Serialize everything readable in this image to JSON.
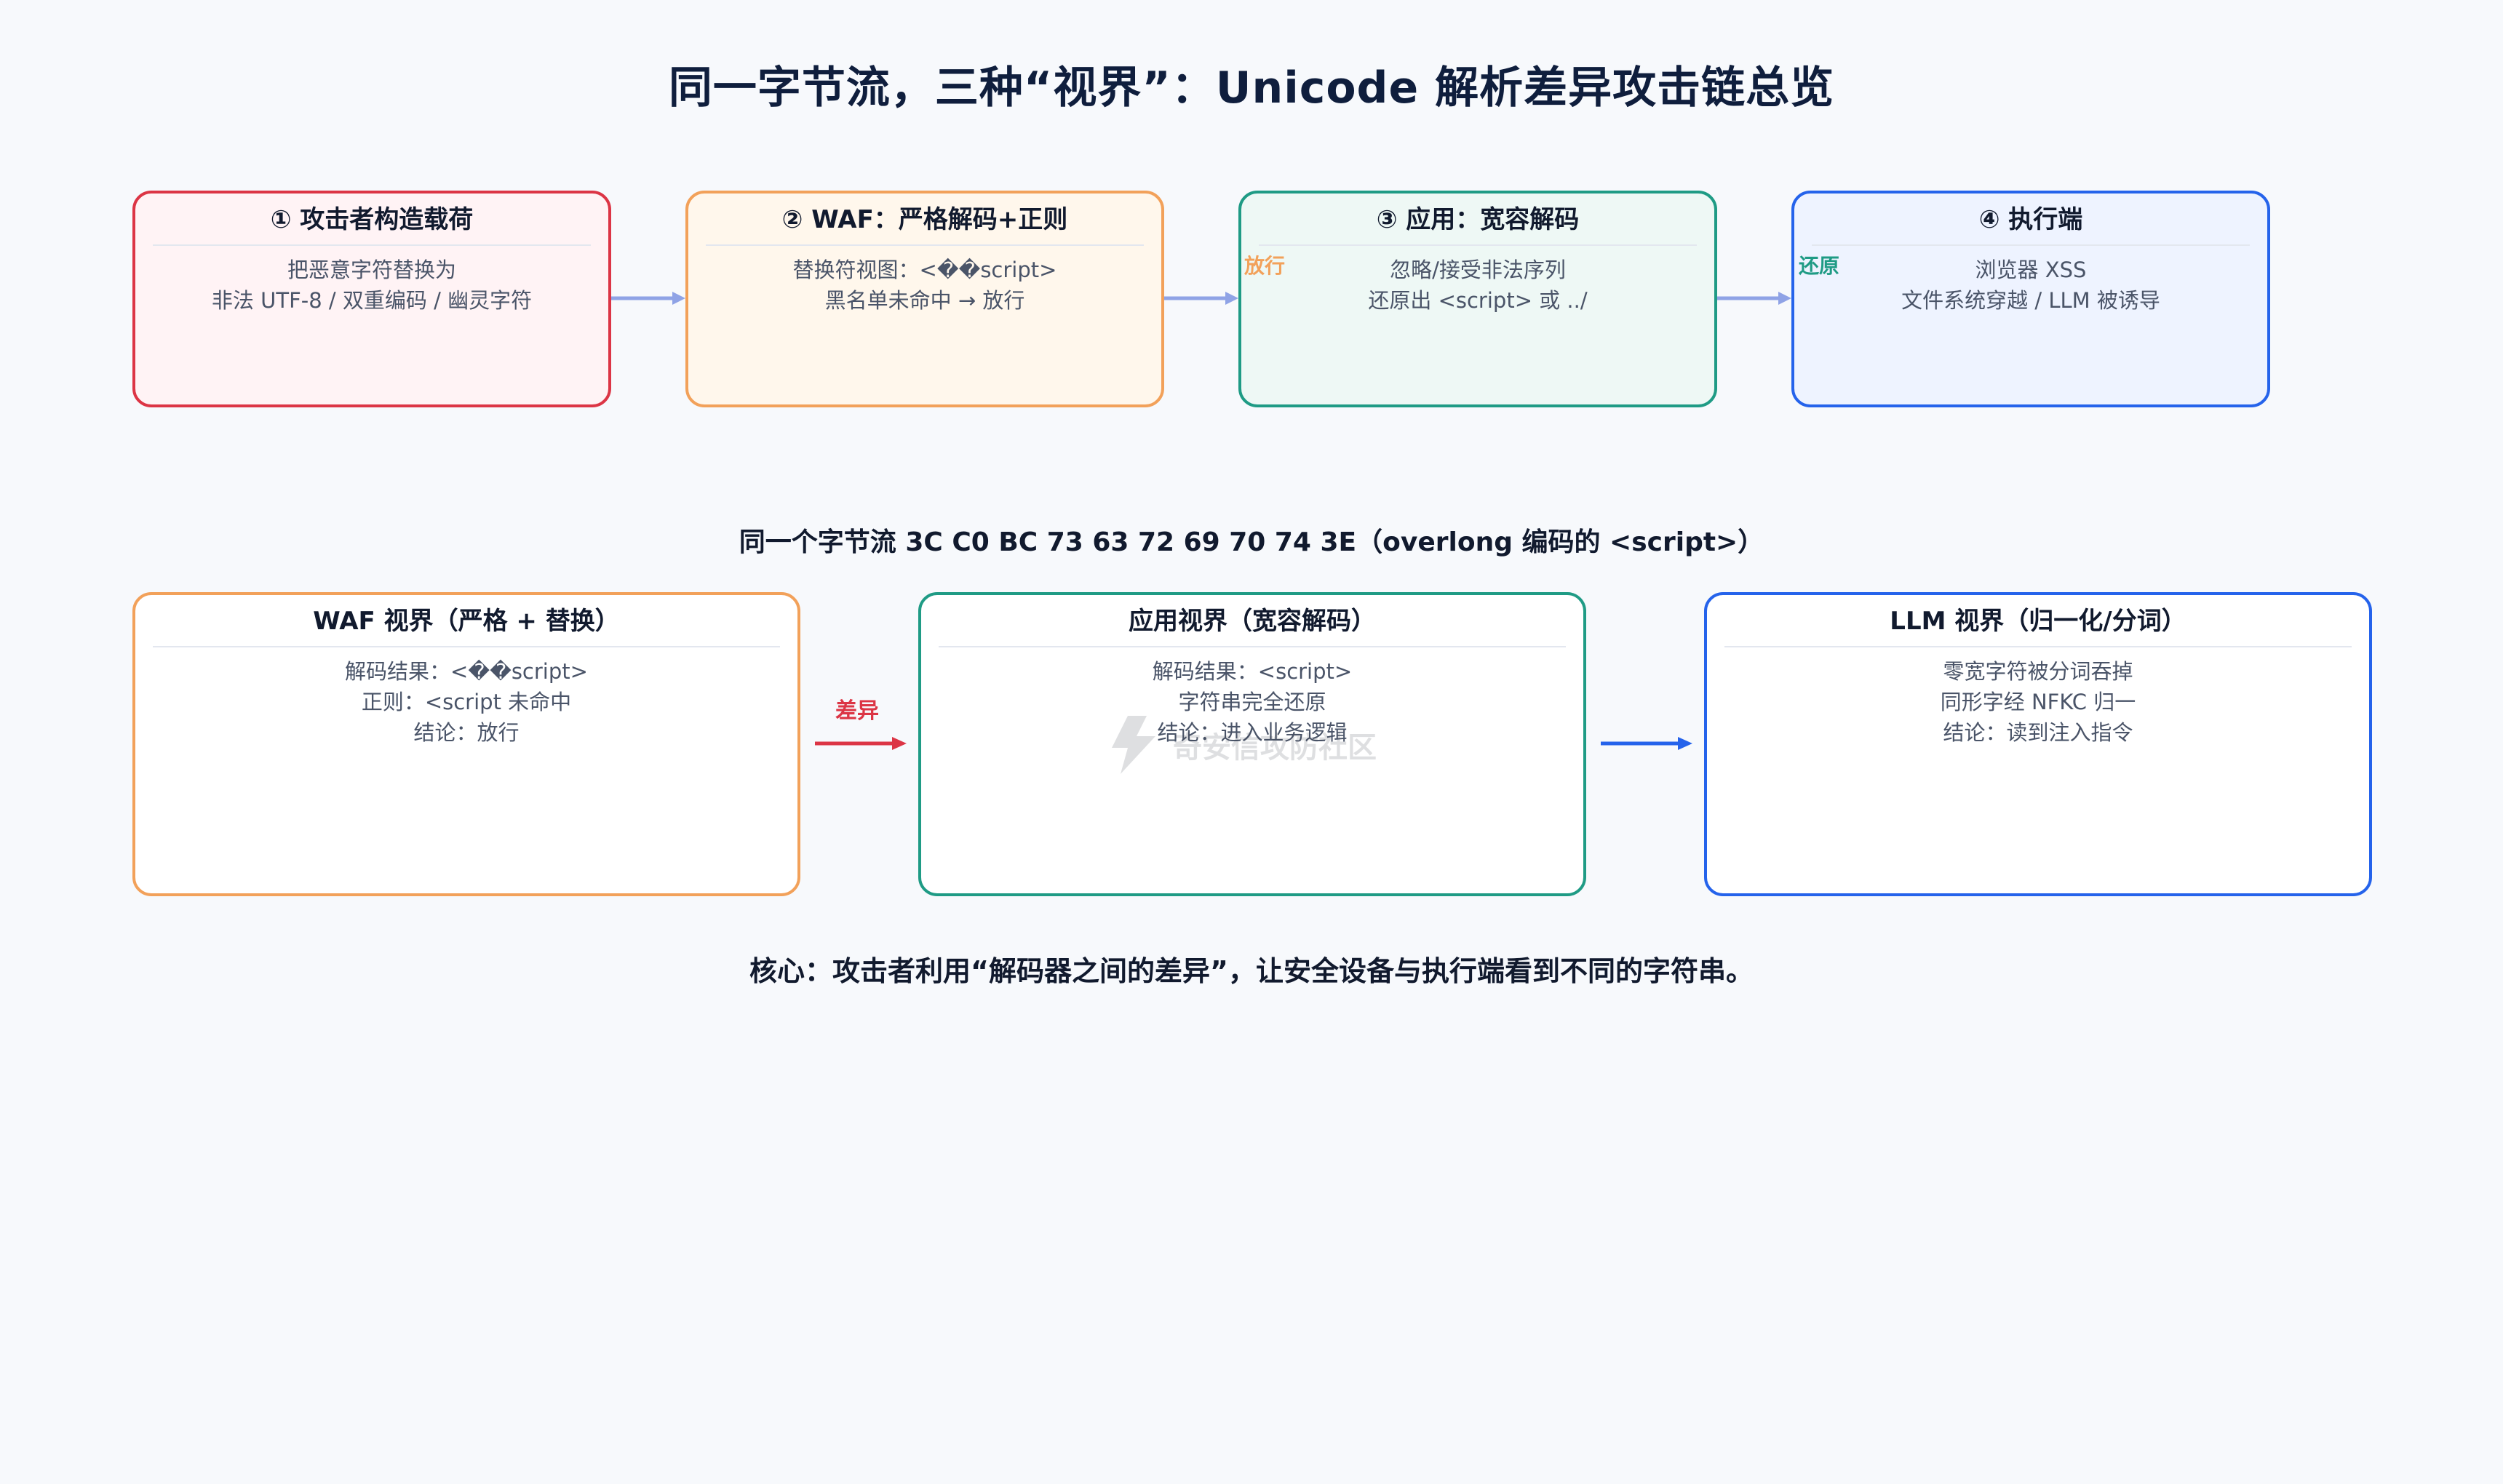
{
  "title": "同一字节流，三种“视界”：Unicode 解析差异攻击链总览",
  "flow": [
    {
      "title": "① 攻击者构造载荷",
      "lines": [
        "把恶意字符替换为",
        "非法 UTF-8 / 双重编码 / 幽灵字符"
      ],
      "color": "#dc3545"
    },
    {
      "title": "② WAF：严格解码+正则",
      "lines": [
        "替换符视图：<��script>",
        "黑名单未命中 → 放行"
      ],
      "color": "#f2a15a"
    },
    {
      "title": "③ 应用：宽容解码",
      "lines": [
        "忽略/接受非法序列",
        "还原出 <script> 或 ../"
      ],
      "color": "#1f9b85"
    },
    {
      "title": "④ 执行端",
      "lines": [
        "浏览器 XSS",
        "文件系统穿越 / LLM 被诱导"
      ],
      "color": "#2563eb"
    }
  ],
  "edge_labels": {
    "pass": "放行",
    "restore": "还原",
    "diff": "差异"
  },
  "subtitle": "同一个字节流 3C C0 BC 73 63 72 69 70 74 3E（overlong 编码的 <script>）",
  "views": [
    {
      "title": "WAF 视界（严格 + 替换）",
      "lines": [
        "解码结果：<��script>",
        "正则：<script 未命中",
        "结论：放行"
      ]
    },
    {
      "title": "应用视界（宽容解码）",
      "lines": [
        "解码结果：<script>",
        "字符串完全还原",
        "结论：进入业务逻辑"
      ]
    },
    {
      "title": "LLM 视界（归一化/分词）",
      "lines": [
        "零宽字符被分词吞掉",
        "同形字经 NFKC 归一",
        "结论：读到注入指令"
      ]
    }
  ],
  "footer": "核心：攻击者利用“解码器之间的差异”，让安全设备与执行端看到不同的字符串。",
  "watermark": "奇安信攻防社区",
  "colors": {
    "flow_arrow": "#8fa3e6",
    "diff_arrow": "#dc3545",
    "view_arrow": "#2563eb",
    "pass_label": "#f2a15a",
    "restore_label": "#1f9b85"
  }
}
